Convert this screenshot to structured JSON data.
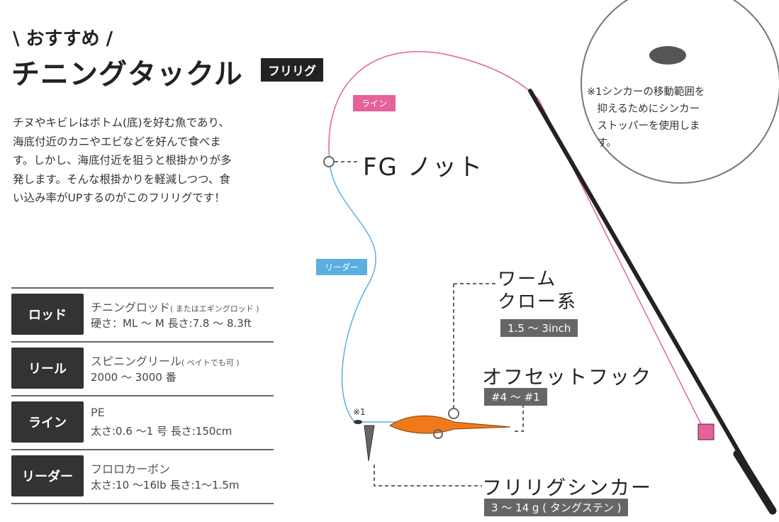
{
  "header": {
    "subtitle": "\\ おすすめ /",
    "title": "チニングタックル",
    "badge": "フリリグ"
  },
  "intro": "チヌやキビレはボトム(底)を好む魚であり、\n海底付近のカニやエビなどを好んで食べま\nす。しかし、海底付近を狙うと根掛かりが多\n発します。そんな根掛かりを軽減しつつ、食\nい込み率がUPするのがこのフリリグです！",
  "specs": [
    {
      "label": "ロッド",
      "line1": "チニングロッド",
      "note": "( またはエギングロッド )",
      "line2": "硬さ：ML ～ M 長さ:7.8 ～ 8.3ft"
    },
    {
      "label": "リール",
      "line1": "スピニングリール",
      "note": "( ベイトでも可 )",
      "line2": "2000 ～ 3000 番"
    },
    {
      "label": "ライン",
      "line1": "PE",
      "note": "",
      "line2": "太さ:0.6 ～1 号 長さ:150cm"
    },
    {
      "label": "リーダー",
      "line1": "フロロカーボン",
      "note": "",
      "line2": "太さ:10 ～16lb 長さ:1～1.5m"
    }
  ],
  "diagram": {
    "line_tag": "ライン",
    "leader_tag": "リーダー",
    "knot": "FG ノット",
    "worm": "ワーム\nクロー系",
    "worm_size": "1.5 ～ 3inch",
    "hook": "オフセットフック",
    "hook_size": "#4 ～ #1",
    "sinker": "フリリグシンカー",
    "sinker_size": "3 ～ 14 g ( タングステン )",
    "mark": "※1",
    "note": "※1シンカーの移動範囲を\n　抑えるためにシンカー\n　ストッパーを使用しま\n　す。"
  },
  "colors": {
    "line": "#e8609a",
    "leader": "#5aaee0",
    "dark": "#333333"
  }
}
